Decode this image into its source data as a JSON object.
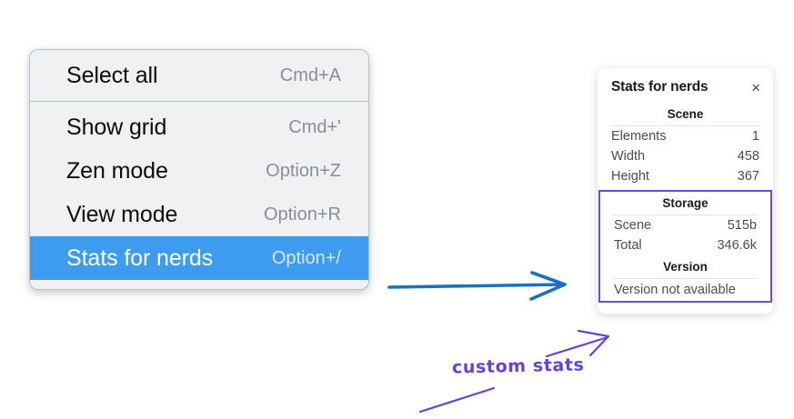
{
  "context_menu": {
    "groups": [
      {
        "items": [
          {
            "label": "Select all",
            "shortcut": "Cmd+A",
            "selected": false
          }
        ]
      },
      {
        "items": [
          {
            "label": "Show grid",
            "shortcut": "Cmd+'",
            "selected": false
          },
          {
            "label": "Zen mode",
            "shortcut": "Option+Z",
            "selected": false
          },
          {
            "label": "View mode",
            "shortcut": "Option+R",
            "selected": false
          },
          {
            "label": "Stats for nerds",
            "shortcut": "Option+/",
            "selected": true
          }
        ]
      }
    ],
    "selected_color": "#3d9bf0",
    "background_color": "#f0f1f3"
  },
  "stats_panel": {
    "title": "Stats for nerds",
    "close_icon": "×",
    "scene": {
      "heading": "Scene",
      "rows": [
        {
          "key": "Elements",
          "value": "1"
        },
        {
          "key": "Width",
          "value": "458"
        },
        {
          "key": "Height",
          "value": "367"
        }
      ]
    },
    "storage": {
      "heading": "Storage",
      "rows": [
        {
          "key": "Scene",
          "value": "515b"
        },
        {
          "key": "Total",
          "value": "346.6k"
        }
      ]
    },
    "version": {
      "heading": "Version",
      "text": "Version not available"
    },
    "highlight_color": "#6c4bd6"
  },
  "annotations": {
    "handwritten_note": "custom stats",
    "note_color": "#6741d9",
    "arrow_color": "#1971c2"
  }
}
